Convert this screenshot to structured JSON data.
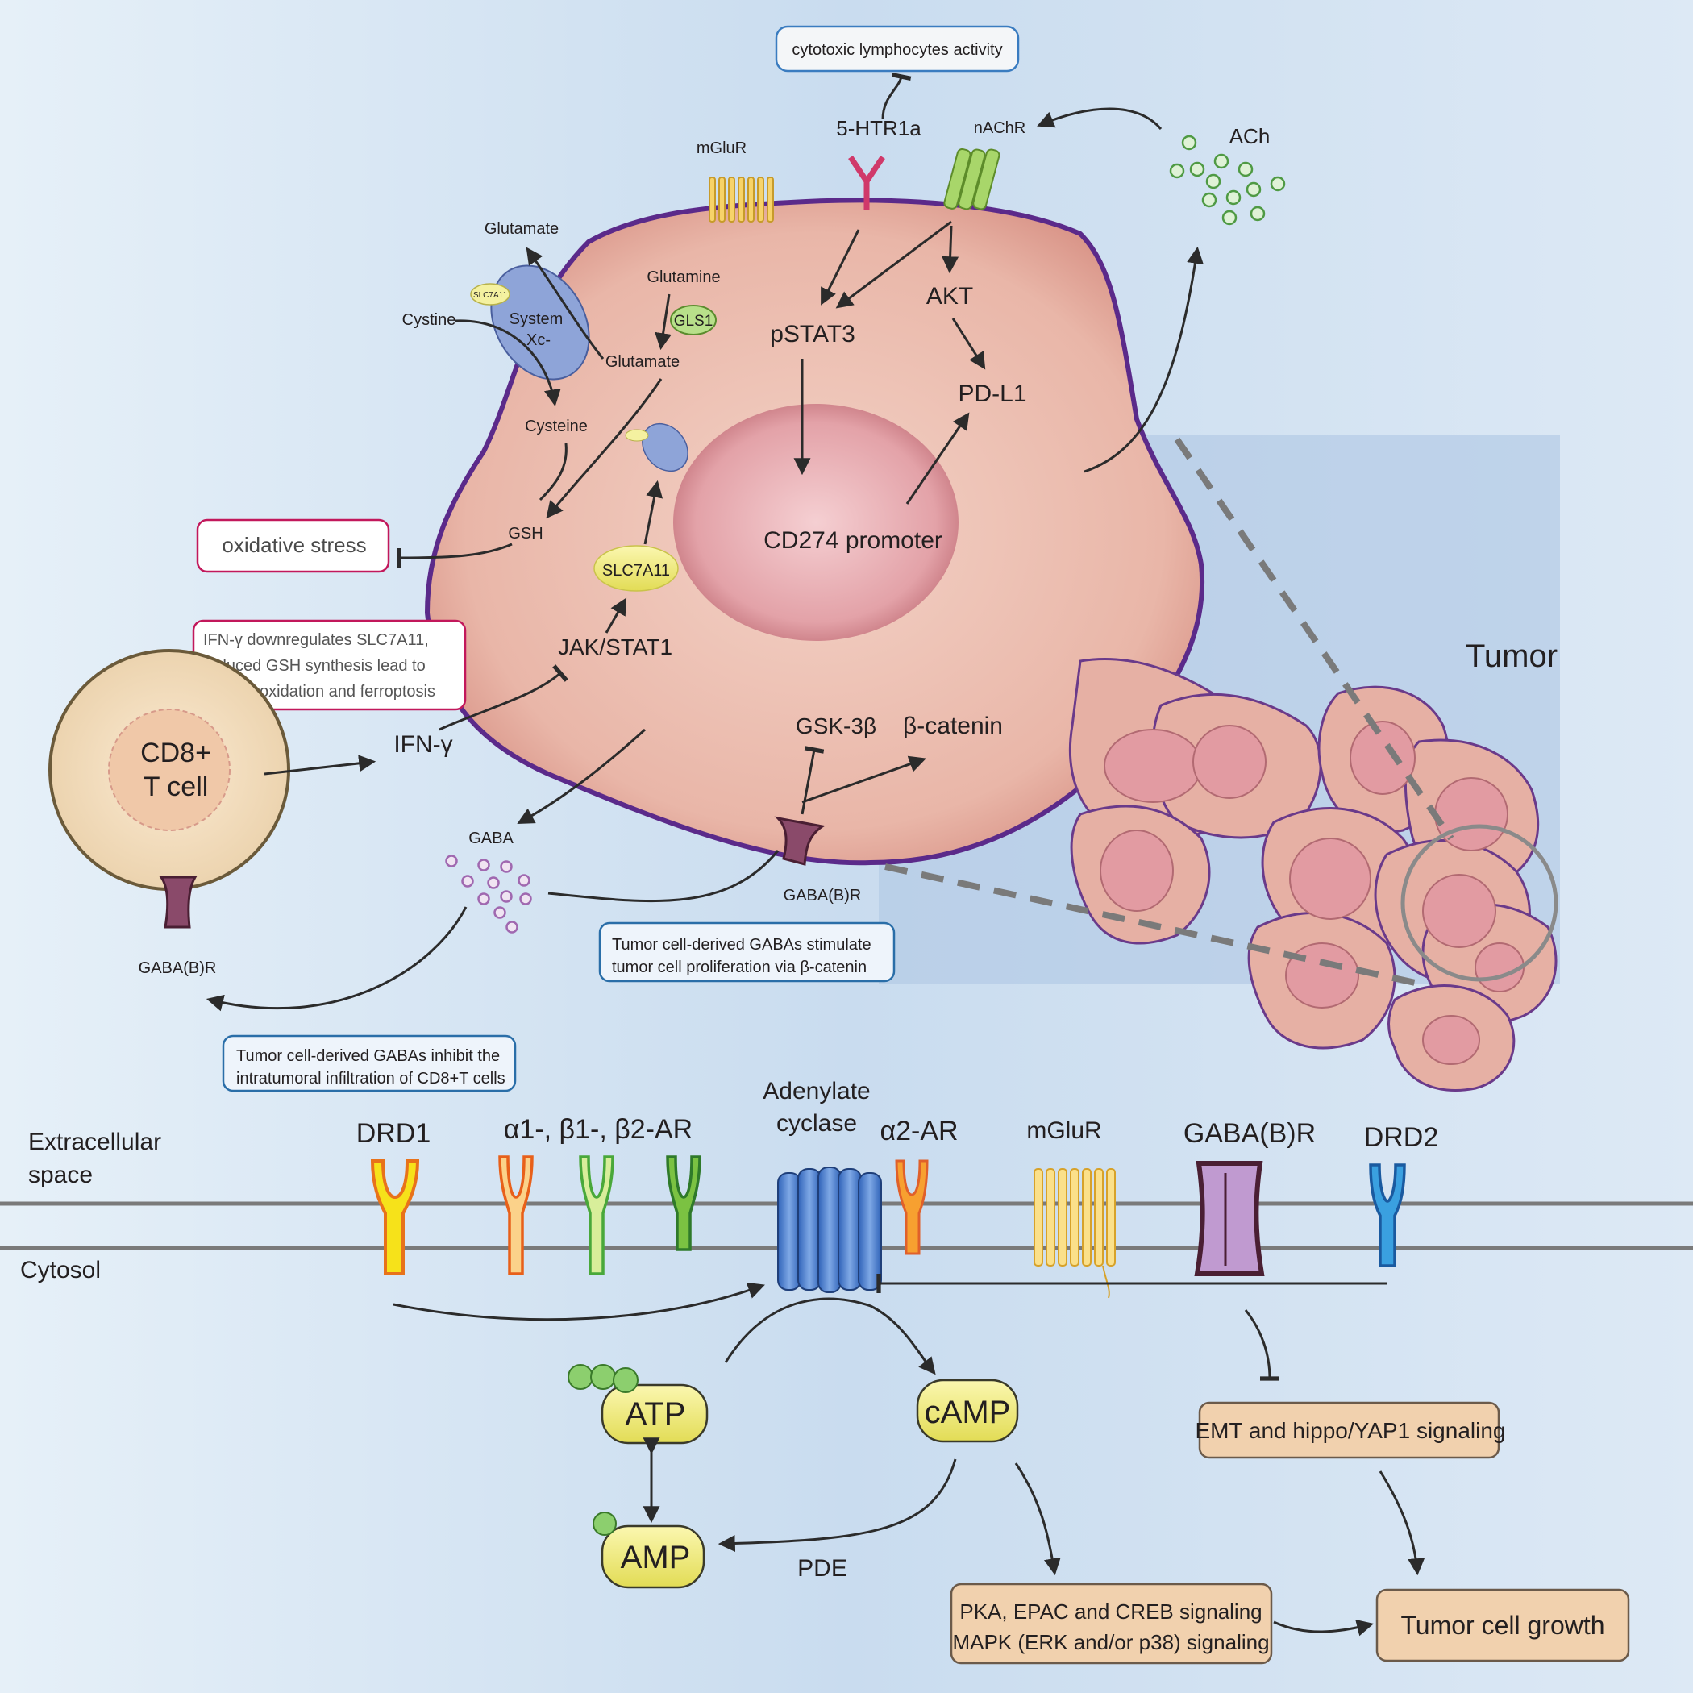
{
  "tumor_cell": {
    "receptors": {
      "mglur": "mGluR",
      "htr1a": "5-HTR1a",
      "nachr": "nAChR",
      "gabab": "GABA(B)R"
    },
    "labels": {
      "cytotoxic": "cytotoxic lymphocytes activity",
      "ach": "ACh",
      "glutamate_out": "Glutamate",
      "slc7a11_small": "SLC7A11",
      "system_xc_1": "System",
      "system_xc_2": "Xc-",
      "cystine": "Cystine",
      "glutamine": "Glutamine",
      "gls1": "GLS1",
      "glutamate_in": "Glutamate",
      "cysteine": "Cysteine",
      "gsh": "GSH",
      "oxidative_stress": "oxidative stress",
      "slc7a11": "SLC7A11",
      "jak_stat1": "JAK/STAT1",
      "pstat3": "pSTAT3",
      "akt": "AKT",
      "pdl1": "PD-L1",
      "cd274": "CD274 promoter",
      "gsk3b": "GSK-3β",
      "bcatenin": "β-catenin",
      "ifn_note_1": "IFN-γ downregulates SLC7A11,",
      "ifn_note_2": "reduced GSH synthesis lead to",
      "ifn_note_3": "lipid peroxidation and ferroptosis",
      "ifng": "IFN-γ",
      "cd8_1": "CD8+",
      "cd8_2": "T cell",
      "gaba": "GABA",
      "tcell_gabab": "GABA(B)R",
      "gaba_prolif_1": "Tumor cell-derived GABAs stimulate",
      "gaba_prolif_2": "tumor cell proliferation via β-catenin",
      "gaba_inhib_1": "Tumor cell-derived GABAs inhibit the",
      "gaba_inhib_2": "intratumoral infiltration of CD8+T cells",
      "tumor": "Tumor"
    }
  },
  "membrane_panel": {
    "extracellular_1": "Extracellular",
    "extracellular_2": "space",
    "cytosol": "Cytosol",
    "receptors": {
      "drd1": "DRD1",
      "ar": "α1-, β1-, β2-AR",
      "ac_1": "Adenylate",
      "ac_2": "cyclase",
      "a2ar": "α2-AR",
      "mglur": "mGluR",
      "gabab": "GABA(B)R",
      "drd2": "DRD2"
    },
    "molecules": {
      "atp": "ATP",
      "camp": "cAMP",
      "amp": "AMP",
      "pde": "PDE"
    },
    "outcomes": {
      "emt": "EMT and hippo/YAP1 signaling",
      "pka_1": "PKA, EPAC and CREB signaling",
      "pka_2": "MAPK  (ERK and/or p38) signaling",
      "growth": "Tumor cell growth"
    }
  },
  "colors": {
    "cell_fill": "#e8b4a8",
    "cell_border": "#5b2a8a",
    "nucleus": "#cf7f86",
    "background": "#cfdff0"
  }
}
